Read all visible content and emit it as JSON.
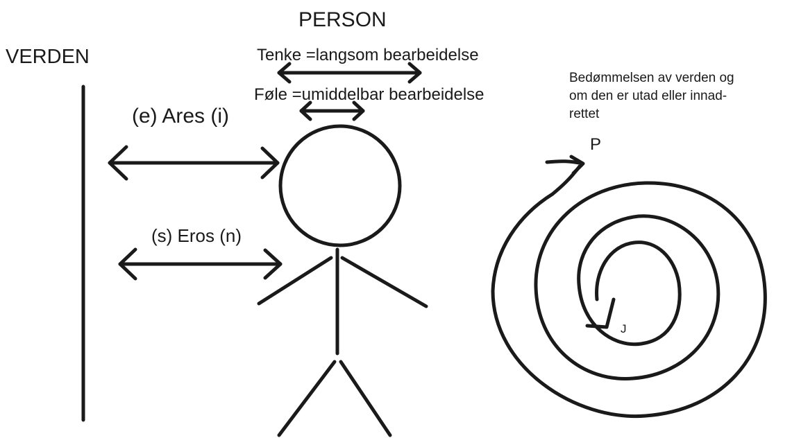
{
  "diagram": {
    "person_heading": "PERSON",
    "world_heading": "VERDEN",
    "thinking_label": "Tenke =langsom bearbeidelse",
    "feeling_label": "Føle =umiddelbar bearbeidelse",
    "ares_label": "(e)  Ares (i)",
    "eros_label": "(s) Eros (n)",
    "judgement_note": [
      "Bedømmelsen av verden og",
      "om den er utad eller innad-",
      "rettet"
    ],
    "spiral_start_label": "P",
    "spiral_end_label": "J"
  },
  "colors": {
    "ink": "#1a1a1a",
    "background": "#ffffff"
  }
}
